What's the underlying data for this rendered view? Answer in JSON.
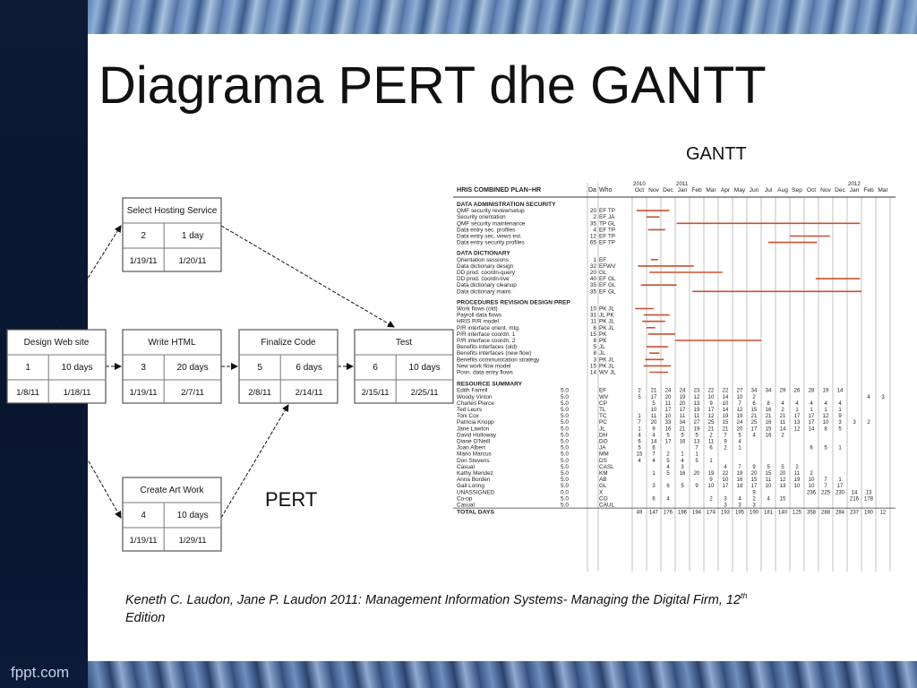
{
  "slide": {
    "title": "Diagrama PERT dhe GANTT",
    "gantt_label": "GANTT",
    "pert_label": "PERT",
    "citation_main": "Keneth C. Laudon, Jane P. Laudon 2011: Management Information Systems- Managing the Digital Firm, 12",
    "citation_sup": "th",
    "citation_end": "Edition",
    "footer": "fppt.com"
  },
  "pert": {
    "nodes": [
      {
        "name": "Design Web site",
        "value": "1",
        "duration": "10 days",
        "start": "1/8/11",
        "end": "1/18/11"
      },
      {
        "name": "Select Hosting Service",
        "value": "2",
        "duration": "1 day",
        "start": "1/19/11",
        "end": "1/20/11"
      },
      {
        "name": "Write HTML",
        "value": "3",
        "duration": "20 days",
        "start": "1/19/11",
        "end": "2/7/11"
      },
      {
        "name": "Create Art Work",
        "value": "4",
        "duration": "10 days",
        "start": "1/19/11",
        "end": "1/29/11"
      },
      {
        "name": "Finalize Code",
        "value": "5",
        "duration": "6 days",
        "start": "2/8/11",
        "end": "2/14/11"
      },
      {
        "name": "Test",
        "value": "6",
        "duration": "10 days",
        "start": "2/15/11",
        "end": "2/25/11"
      }
    ]
  },
  "gantt": {
    "header": "HRIS COMBINED PLAN–HR",
    "col_da": "Da",
    "col_who": "Who",
    "years": [
      "2010",
      "2011",
      "2012"
    ],
    "months": [
      "Oct",
      "Nov",
      "Dec",
      "Jan",
      "Feb",
      "Mar",
      "Apr",
      "May",
      "Jun",
      "Jul",
      "Aug",
      "Sep",
      "Oct",
      "Nov",
      "Dec",
      "Jan",
      "Feb",
      "Mar"
    ],
    "sections": [
      {
        "title": "DATA ADMINISTRATION SECURITY",
        "tasks": [
          {
            "name": "QMF security review/setup",
            "days": "20",
            "who": "EF TP",
            "bar": [
              0.3,
              2.6
            ]
          },
          {
            "name": "Security orientation",
            "days": "2",
            "who": "EF JA",
            "bar": [
              1.0,
              1.9
            ]
          },
          {
            "name": "QMF security maintenance",
            "days": "35",
            "who": "TP GL",
            "bar": [
              3.1,
              15.9
            ]
          },
          {
            "name": "Data entry sec. profiles",
            "days": "4",
            "who": "EF TP",
            "bar": [
              1.1,
              2.3
            ]
          },
          {
            "name": "Data entry sec. views est.",
            "days": "12",
            "who": "EF TP",
            "bar": [
              11.0,
              13.8
            ]
          },
          {
            "name": "Data entry security profiles",
            "days": "65",
            "who": "EF TP",
            "bar": [
              9.5,
              12.9
            ]
          }
        ]
      },
      {
        "title": "DATA DICTIONARY",
        "tasks": [
          {
            "name": "Orientation sessions",
            "days": "1",
            "who": "EF",
            "bar": [
              1.3,
              1.8
            ]
          },
          {
            "name": "Data dictionary design",
            "days": "32",
            "who": "EFWV",
            "bar": [
              0.4,
              4.3
            ]
          },
          {
            "name": "DD prod. coordn-query",
            "days": "20",
            "who": "GL",
            "bar": [
              1.2,
              6.3
            ]
          },
          {
            "name": "DD prod. coordn-live",
            "days": "40",
            "who": "EF GL",
            "bar": [
              12.8,
              15.9
            ]
          },
          {
            "name": "Data dictionary cleanup",
            "days": "35",
            "who": "EF GL",
            "bar": [
              0.6,
              3.1
            ]
          },
          {
            "name": "Data dictionary maint.",
            "days": "35",
            "who": "EF GL",
            "bar": [
              4.2,
              16.0
            ]
          }
        ]
      },
      {
        "title": "PROCEDURES REVISION DESIGN PREP",
        "tasks": [
          {
            "name": "Work flows (old)",
            "days": "10",
            "who": "PK JL",
            "bar": [
              0.2,
              1.5
            ]
          },
          {
            "name": "Payroll data flows",
            "days": "31",
            "who": "JL PK",
            "bar": [
              0.8,
              2.6
            ]
          },
          {
            "name": "HRIS P/R model",
            "days": "11",
            "who": "PK JL",
            "bar": [
              0.7,
              2.3
            ]
          },
          {
            "name": "P/R interface orient. mtg.",
            "days": "6",
            "who": "PK JL",
            "bar": [
              1.0,
              1.6
            ]
          },
          {
            "name": "P/R interface coordn. 1",
            "days": "15",
            "who": "PK",
            "bar": [
              1.1,
              3.0
            ]
          },
          {
            "name": "P/R interface coordn. 2",
            "days": "8",
            "who": "PK",
            "bar": [
              3.0,
              9.0
            ]
          },
          {
            "name": "Benefits interfaces (old)",
            "days": "5",
            "who": "JL",
            "bar": [
              1.0,
              2.5
            ]
          },
          {
            "name": "Benefits interfaces (new flow)",
            "days": "8",
            "who": "JL",
            "bar": [
              1.2,
              1.9
            ]
          },
          {
            "name": "Benefits communication strategy",
            "days": "3",
            "who": "PK JL",
            "bar": [
              0.9,
              2.2
            ]
          },
          {
            "name": "New work flow model",
            "days": "15",
            "who": "PK JL",
            "bar": [
              0.8,
              2.7
            ]
          },
          {
            "name": "Posn. data entry flows",
            "days": "14",
            "who": "WV JL",
            "bar": [
              1.2,
              2.5
            ]
          }
        ]
      }
    ],
    "resource_title": "RESOURCE SUMMARY",
    "resources": [
      {
        "name": "Edith Farrell",
        "rate": "5.0",
        "code": "EF",
        "vals": [
          "2",
          "21",
          "24",
          "24",
          "23",
          "22",
          "22",
          "27",
          "34",
          "34",
          "29",
          "26",
          "28",
          "19",
          "14",
          "",
          "",
          ""
        ]
      },
      {
        "name": "Woody Vinton",
        "rate": "5.0",
        "code": "WV",
        "vals": [
          "5",
          "17",
          "20",
          "19",
          "12",
          "10",
          "14",
          "10",
          "2",
          "",
          "",
          "",
          "",
          "",
          "",
          "",
          "4",
          "3"
        ]
      },
      {
        "name": "Charles Pierce",
        "rate": "5.0",
        "code": "CP",
        "vals": [
          "",
          "5",
          "11",
          "20",
          "13",
          "9",
          "10",
          "7",
          "6",
          "8",
          "4",
          "4",
          "4",
          "4",
          "4",
          "",
          "",
          ""
        ]
      },
      {
        "name": "Ted Leurs",
        "rate": "5.0",
        "code": "TL",
        "vals": [
          "",
          "10",
          "17",
          "17",
          "19",
          "17",
          "14",
          "12",
          "15",
          "16",
          "2",
          "1",
          "1",
          "1",
          "1",
          "",
          "",
          ""
        ]
      },
      {
        "name": "Toni Cox",
        "rate": "5.0",
        "code": "TC",
        "vals": [
          "1",
          "11",
          "10",
          "11",
          "11",
          "12",
          "19",
          "19",
          "21",
          "21",
          "21",
          "17",
          "17",
          "12",
          "9",
          "",
          "",
          ""
        ]
      },
      {
        "name": "Patricia Knopp",
        "rate": "5.0",
        "code": "PC",
        "vals": [
          "7",
          "20",
          "33",
          "34",
          "27",
          "25",
          "15",
          "24",
          "25",
          "16",
          "11",
          "13",
          "17",
          "10",
          "3",
          "3",
          "2",
          ""
        ]
      },
      {
        "name": "Jane Lawton",
        "rate": "5.0",
        "code": "JL",
        "vals": [
          "1",
          "9",
          "16",
          "21",
          "19",
          "21",
          "21",
          "20",
          "17",
          "15",
          "14",
          "12",
          "14",
          "8",
          "5",
          "",
          "",
          ""
        ]
      },
      {
        "name": "David Holloway",
        "rate": "5.0",
        "code": "DH",
        "vals": [
          "4",
          "4",
          "5",
          "5",
          "5",
          "2",
          "7",
          "5",
          "4",
          "16",
          "2",
          "",
          "",
          "",
          "",
          "",
          "",
          ""
        ]
      },
      {
        "name": "Diane O'Neill",
        "rate": "5.0",
        "code": "DO",
        "vals": [
          "6",
          "14",
          "17",
          "16",
          "13",
          "11",
          "9",
          "4",
          "",
          "",
          "",
          "",
          "",
          "",
          "",
          "",
          "",
          ""
        ]
      },
      {
        "name": "Joan Albert",
        "rate": "5.0",
        "code": "JA",
        "vals": [
          "5",
          "6",
          "",
          "",
          "7",
          "6",
          "2",
          "1",
          "",
          "",
          "",
          "",
          "6",
          "5",
          "1",
          "",
          "",
          ""
        ]
      },
      {
        "name": "Mario Marcus",
        "rate": "5.0",
        "code": "MM",
        "vals": [
          "15",
          "7",
          "2",
          "1",
          "1",
          "",
          "",
          "",
          "",
          "",
          "",
          "",
          "",
          "",
          "",
          "",
          "",
          ""
        ]
      },
      {
        "name": "Don Stevens",
        "rate": "5.0",
        "code": "DS",
        "vals": [
          "4",
          "4",
          "5",
          "4",
          "5",
          "1",
          "",
          "",
          "",
          "",
          "",
          "",
          "",
          "",
          "",
          "",
          "",
          ""
        ]
      },
      {
        "name": "Casual",
        "rate": "5.0",
        "code": "CASL",
        "vals": [
          "",
          "",
          "4",
          "3",
          "",
          "",
          "4",
          "7",
          "9",
          "5",
          "5",
          "2",
          "",
          "",
          "",
          "",
          "",
          ""
        ]
      },
      {
        "name": "Kathy Mendez",
        "rate": "5.0",
        "code": "KM",
        "vals": [
          "",
          "1",
          "5",
          "16",
          "20",
          "19",
          "22",
          "19",
          "20",
          "15",
          "20",
          "11",
          "2",
          "",
          "",
          "",
          "",
          ""
        ]
      },
      {
        "name": "Anna Borden",
        "rate": "5.0",
        "code": "AB",
        "vals": [
          "",
          "",
          "",
          "",
          "",
          "9",
          "10",
          "16",
          "15",
          "11",
          "12",
          "19",
          "10",
          "7",
          "1",
          "",
          "",
          ""
        ]
      },
      {
        "name": "Gail Loring",
        "rate": "5.0",
        "code": "GL",
        "vals": [
          "",
          "3",
          "6",
          "5",
          "9",
          "10",
          "17",
          "18",
          "17",
          "10",
          "13",
          "10",
          "10",
          "7",
          "17",
          "",
          "",
          ""
        ]
      },
      {
        "name": "UNASSIGNED",
        "rate": "0.0",
        "code": "X",
        "vals": [
          "",
          "",
          "",
          "",
          "",
          "",
          "",
          "",
          "9",
          "",
          "",
          "",
          "236",
          "225",
          "230",
          "14",
          "13",
          ""
        ]
      },
      {
        "name": "Co-op",
        "rate": "5.0",
        "code": "CO",
        "vals": [
          "",
          "6",
          "4",
          "",
          "",
          "2",
          "3",
          "4",
          "2",
          "4",
          "15",
          "",
          "",
          "",
          "",
          "216",
          "178",
          ""
        ]
      },
      {
        "name": "Casual",
        "rate": "5.0",
        "code": "CAUL",
        "vals": [
          "",
          "",
          "",
          "",
          "",
          "",
          "3",
          "3",
          "3",
          "",
          "",
          "",
          "",
          "",
          "",
          "",
          "",
          ""
        ]
      }
    ],
    "total_label": "TOTAL DAYS",
    "totals": [
      "49",
      "147",
      "176",
      "196",
      "194",
      "174",
      "193",
      "195",
      "190",
      "181",
      "140",
      "125",
      "358",
      "288",
      "284",
      "237",
      "190",
      "12"
    ]
  }
}
